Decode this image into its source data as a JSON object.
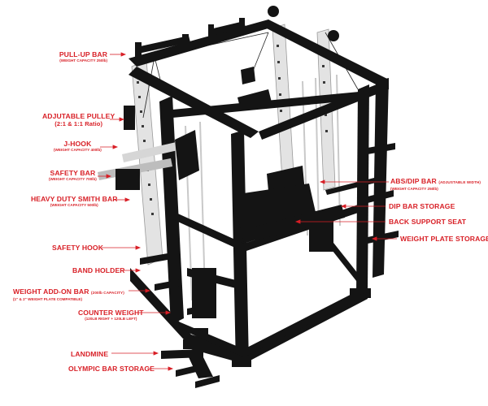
{
  "colors": {
    "label": "#d81f26",
    "frame": "#141414",
    "upright": "#e3e3e3",
    "rod": "#c9c9c9"
  },
  "left_labels": [
    {
      "title": "PULL-UP BAR",
      "sub": "(WEIGHT CAPACITY 250lb)"
    },
    {
      "title": "ADJUTABLE PULLEY",
      "sub": "(2:1 & 1:1 Ratio)"
    },
    {
      "title": "J-HOOK",
      "sub": "(WEIGHT CAPACITY 400lb)"
    },
    {
      "title": "SAFETY BAR",
      "sub": "(WEIGHT CAPACITY 700lb)"
    },
    {
      "title": "HEAVY DUTY SMITH BAR",
      "sub": "(WEIGHT CAPACITY 500lb)"
    },
    {
      "title": "SAFETY HOOK"
    },
    {
      "title": "BAND HOLDER"
    },
    {
      "title": "WEIGHT ADD-ON BAR",
      "title_note": "(200lb CAPACITY)",
      "sub": "(1\" & 2\" WEIGHT PLATE COMPATIBLE)"
    },
    {
      "title": "COUNTER WEIGHT",
      "sub": "(120LB RIGHT + 120LB LEFT)"
    },
    {
      "title": "LANDMINE"
    },
    {
      "title": "OLYMPIC BAR STORAGE"
    }
  ],
  "right_labels": [
    {
      "title": "ABS/DIP BAR",
      "title_note": "(ADJUSTABLE WIDTH)",
      "sub": "(WEIGHT CAPACITY 250lb)"
    },
    {
      "title": "DIP BAR STORAGE"
    },
    {
      "title": "BACK SUPPORT SEAT"
    },
    {
      "title": "WEIGHT PLATE STORAGE"
    }
  ]
}
